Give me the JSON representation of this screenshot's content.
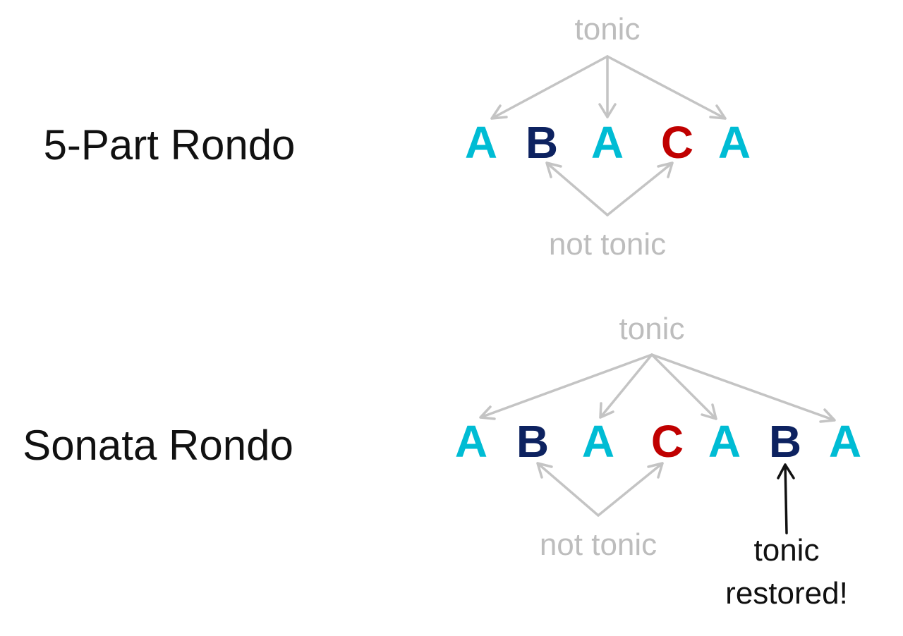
{
  "colors": {
    "A": "#00bcd4",
    "B": "#0d2260",
    "C": "#c00000",
    "annotation": "#bdbdbd",
    "text": "#111111"
  },
  "five_part": {
    "title": "5-Part Rondo",
    "letters": [
      "A",
      "B",
      "A",
      "C",
      "A"
    ],
    "tonic_label": "tonic",
    "not_tonic_label": "not tonic"
  },
  "sonata": {
    "title": "Sonata Rondo",
    "letters": [
      "A",
      "B",
      "A",
      "C",
      "A",
      "B",
      "A"
    ],
    "tonic_label": "tonic",
    "not_tonic_label": "not tonic",
    "restored_line1": "tonic",
    "restored_line2": "restored!"
  }
}
